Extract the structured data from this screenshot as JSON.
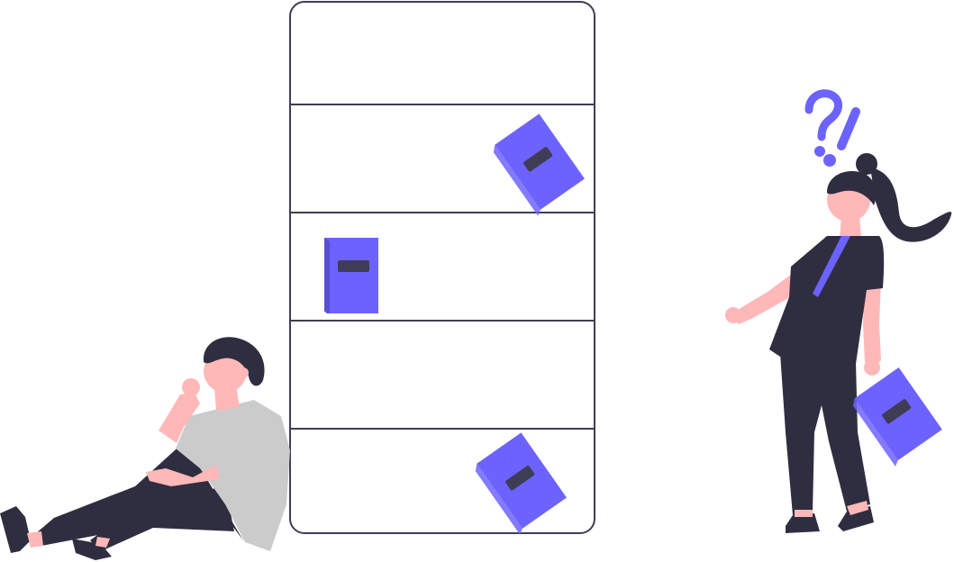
{
  "illustration": {
    "subject": "bookshelf-with-people",
    "colors": {
      "accent": "#6c63ff",
      "dark": "#2f2e41",
      "skin": "#ffb8b8",
      "shirt_gray": "#cbcbcb",
      "outline": "#3f3d56",
      "background": "#ffffff"
    },
    "shelf_count": 5,
    "book_count": 4,
    "symbols": [
      "?",
      "!"
    ]
  }
}
